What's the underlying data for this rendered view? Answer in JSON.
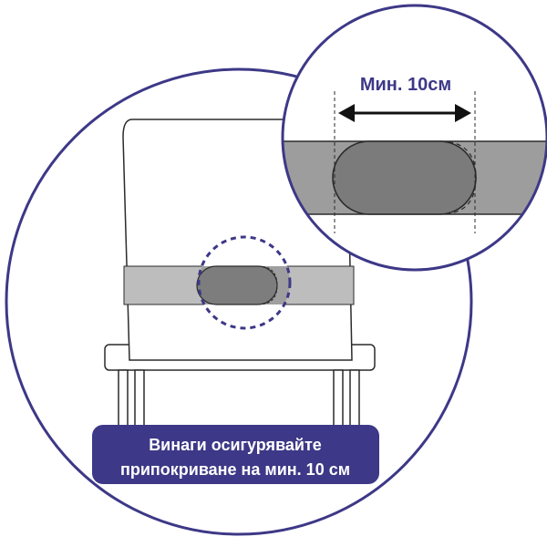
{
  "zoom_callout": {
    "measure_label": "Мин. 10см"
  },
  "info_banner": {
    "line1": "Винаги осигурявайте",
    "line2": "припокриване на мин. 10 см"
  },
  "colors": {
    "accent": "#3d3887",
    "banner_bg": "#3d3887",
    "strap_fill": "#b7b7b7",
    "strap_dark": "#9a9a9a",
    "overlap_fill": "#7d7d7d",
    "outline": "#2b2b2b"
  }
}
